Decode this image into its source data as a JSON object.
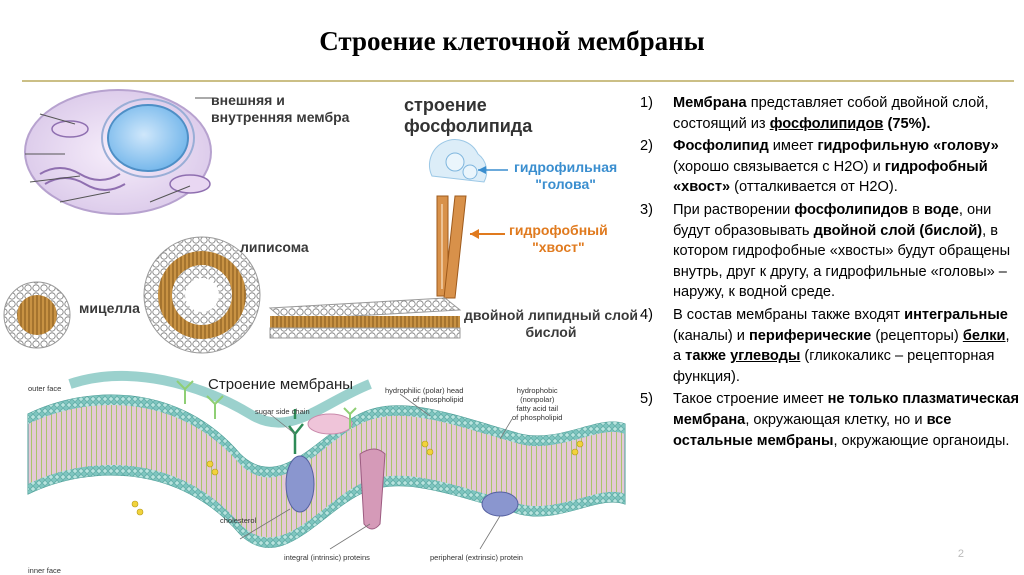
{
  "title": "Строение клеточной мембраны",
  "figure": {
    "labels": {
      "outer_inner": [
        "внешняя и",
        "внутренняя мембра"
      ],
      "phospholipid_title": [
        "строение",
        "фосфолипида"
      ],
      "hydrophilic_head": [
        "гидрофильная",
        "\"голова\""
      ],
      "hydrophobic_tail": [
        "гидрофобный",
        "\"хвост\""
      ],
      "liposome": "липисома",
      "micelle": "мицелла",
      "bilayer": [
        "двойной липидный слой",
        "бислой"
      ],
      "membrane_structure": "Строение мембраны"
    },
    "diagram_labels": {
      "outer_face": "outer face",
      "inner_face": "inner face",
      "sugar_side_chain": "sugar side chain",
      "hydrophilic_head": [
        "hydrophilic (polar) head",
        "of phospholipid"
      ],
      "hydrophobic_tail": [
        "hydrophobic",
        "(nonpolar)",
        "fatty acid tail",
        "of phospholipid"
      ],
      "cholesterol": "cholesterol",
      "integral_proteins": "integral (intrinsic) proteins",
      "peripheral_protein": "peripheral (extrinsic) protein"
    }
  },
  "list": [
    {
      "num": "1)",
      "parts": [
        {
          "t": "Мембрана",
          "b": true
        },
        {
          "t": " представляет собой двойной слой, состоящий из "
        },
        {
          "t": "фосфолипидов",
          "b": true,
          "u": true
        },
        {
          "t": " (75%).",
          "b": true
        }
      ]
    },
    {
      "num": "2)",
      "parts": [
        {
          "t": "Фосфолипид",
          "b": true
        },
        {
          "t": " имеет "
        },
        {
          "t": "гидрофильную «голову»",
          "b": true
        },
        {
          "t": " (хорошо связывается с Н2О) и "
        },
        {
          "t": "гидрофобный «хвост»",
          "b": true
        },
        {
          "t": " (отталкивается от Н2О)."
        }
      ]
    },
    {
      "num": "3)",
      "parts": [
        {
          "t": "При растворении "
        },
        {
          "t": "фосфолипидов",
          "b": true
        },
        {
          "t": " в "
        },
        {
          "t": "воде",
          "b": true
        },
        {
          "t": ", они будут образовывать "
        },
        {
          "t": "двойной слой (бислой)",
          "b": true
        },
        {
          "t": ", в котором гидрофобные «хвосты» будут обращены внутрь, друг к другу, а гидрофильные «головы» – наружу, к водной среде."
        }
      ]
    },
    {
      "num": "4)",
      "parts": [
        {
          "t": "В состав мембраны также входят "
        },
        {
          "t": "интегральные",
          "b": true
        },
        {
          "t": " (каналы) и "
        },
        {
          "t": "периферические",
          "b": true
        },
        {
          "t": " (рецепторы) "
        },
        {
          "t": "белки",
          "b": true,
          "u": true
        },
        {
          "t": ", а "
        },
        {
          "t": "также",
          "b": true
        },
        {
          "t": " "
        },
        {
          "t": "углеводы",
          "b": true,
          "u": true
        },
        {
          "t": " (гликокаликс – рецепторная функция)."
        }
      ]
    },
    {
      "num": "5)",
      "parts": [
        {
          "t": "Такое строение имеет "
        },
        {
          "t": "не только плазматическая мембрана",
          "b": true
        },
        {
          "t": ", окружающая клетку, но и "
        },
        {
          "t": "все остальные мембраны",
          "b": true
        },
        {
          "t": ", окружающие органоиды."
        }
      ]
    }
  ],
  "page_number": "2",
  "colors": {
    "rule": "#cbbf86",
    "head_blue": "#3a8ecf",
    "tail_orange": "#e07a1e",
    "bilayer_brown": "#a8762e"
  }
}
